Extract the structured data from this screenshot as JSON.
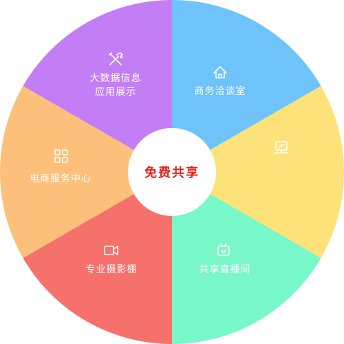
{
  "center": {
    "label": "免费共享",
    "color": "#e0241b"
  },
  "segments": [
    {
      "label_lines": [
        "商务洽谈室"
      ],
      "color": "#6ec3fb",
      "icon": "home-icon"
    },
    {
      "label_lines": [
        ""
      ],
      "color": "#fde27a",
      "icon": "monitor-icon"
    },
    {
      "label_lines": [
        "共享直播间"
      ],
      "color": "#78f7c9",
      "icon": "tv-icon"
    },
    {
      "label_lines": [
        "专业摄影棚"
      ],
      "color": "#f6716b",
      "icon": "video-camera-icon"
    },
    {
      "label_lines": [
        "电商服务中心"
      ],
      "color": "#fcc07a",
      "icon": "grid-icon"
    },
    {
      "label_lines": [
        "大数据信息",
        "应用展示"
      ],
      "color": "#c47ef5",
      "icon": "tools-icon"
    }
  ]
}
